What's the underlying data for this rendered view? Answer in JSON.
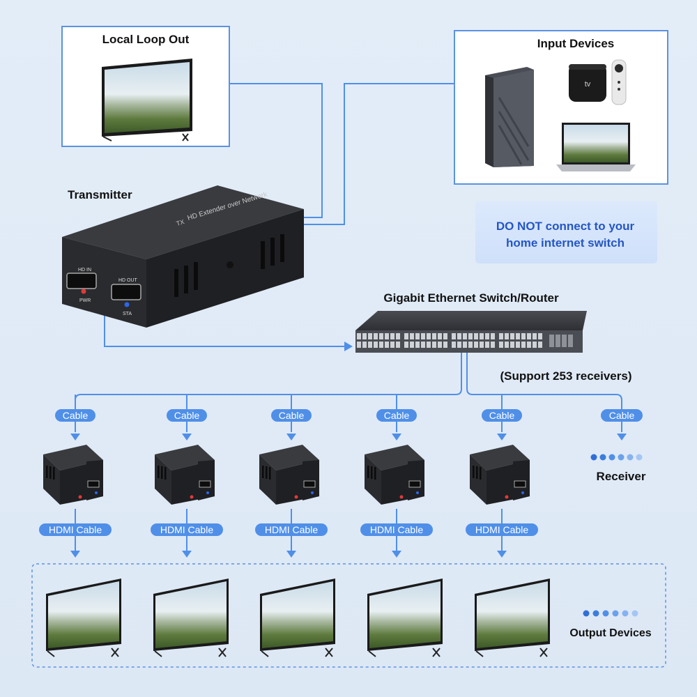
{
  "local_loop": {
    "title": "Local Loop Out"
  },
  "input_devices": {
    "title": "Input Devices",
    "apple_tv_mark": "tv"
  },
  "transmitter": {
    "title": "Transmitter",
    "top_text": "HD Extender over Network",
    "badge": "TX",
    "ports": [
      "HD IN",
      "HD OUT"
    ],
    "leds": [
      "PWR",
      "STA"
    ]
  },
  "warning": {
    "line1": "DO NOT connect to your",
    "line2": "home internet switch"
  },
  "switch": {
    "title": "Gigabit Ethernet Switch/Router",
    "support_text": "(Support 253 receivers)"
  },
  "receivers": {
    "count": 5,
    "cable_label": "Cable",
    "hdmi_label": "HDMI Cable",
    "label": "Receiver"
  },
  "output": {
    "label": "Output Devices",
    "count": 5
  },
  "colors": {
    "accent": "#4f8fe8",
    "frame": "#5b92e0",
    "warning_bg": "#d4e3fb",
    "warning_text": "#2456c4",
    "dots": [
      "#2f6fd6",
      "#3b7ddc",
      "#4f8fe8",
      "#6aa1ec",
      "#86b3f0",
      "#a4c6f4"
    ]
  }
}
